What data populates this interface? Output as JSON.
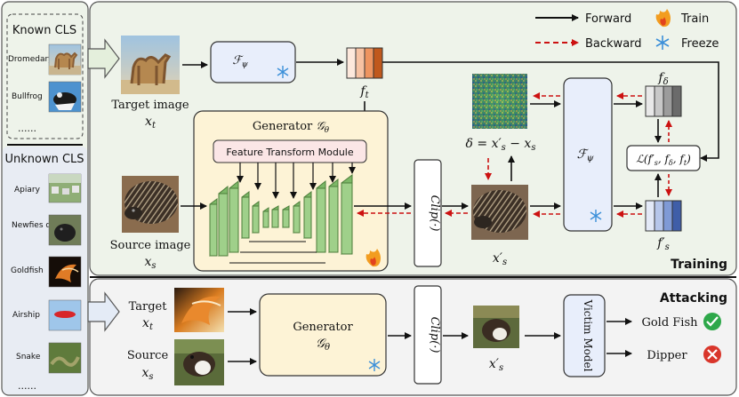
{
  "legend": {
    "forward": "Forward",
    "backward": "Backward",
    "train": "Train",
    "freeze": "Freeze"
  },
  "left_panel": {
    "known_title": "Known CLS",
    "known_items": [
      "Dromedary",
      "Bullfrog"
    ],
    "known_more": "......",
    "unknown_title": "Unknown CLS",
    "unknown_items": [
      "Apiary",
      "Newfies dog",
      "Goldfish",
      "Airship",
      "Snake"
    ],
    "unknown_more": "......"
  },
  "training": {
    "section_label": "Training",
    "target_image_label": "Target image",
    "target_symbol": "x_t",
    "source_image_label": "Source image",
    "source_symbol": "x_s",
    "extractor_symbol": "F_ψ",
    "ft_label": "f_t",
    "generator_title": "Generator G_θ",
    "ftm_label": "Feature Transform Module",
    "clip_label": "Clip(·)",
    "delta_label": "δ = x′s − xs",
    "adv_label": "x′s",
    "fdelta_label": "fδ",
    "fs_label": "f′s",
    "loss_label": "ℒ(f′s, fδ, ft)"
  },
  "attacking": {
    "section_label": "Attacking",
    "target_label": "Target",
    "target_symbol": "x_t",
    "source_label": "Source",
    "source_symbol": "x_s",
    "generator_label": "Generator",
    "generator_symbol": "G_θ",
    "clip_label": "Clip(·)",
    "adv_label": "x′s",
    "victim_label": "Victim Model",
    "outputs": [
      {
        "label": "Gold Fish",
        "status": "correct"
      },
      {
        "label": "Dipper",
        "status": "wrong"
      }
    ]
  },
  "colors": {
    "training_bg": "#eef3ea",
    "attacking_bg": "#f3f3f3",
    "generator_bg": "#fdf3d6",
    "extractor_bg": "#e8eefb",
    "ftm_bg": "#fbe6e6",
    "backward_arrow": "#cc1111",
    "ft_feature": [
      "#fde8dc",
      "#f7c2a3",
      "#ee9460",
      "#c0581d"
    ],
    "fdelta_feature": [
      "#e8e8e8",
      "#c8c8c8",
      "#9c9c9c",
      "#6b6b6b"
    ],
    "fs_feature": [
      "#e3e9f7",
      "#b6c6ea",
      "#7f9ad6",
      "#3f5ea8"
    ],
    "check": "#2ea84a",
    "cross": "#d9362b"
  }
}
